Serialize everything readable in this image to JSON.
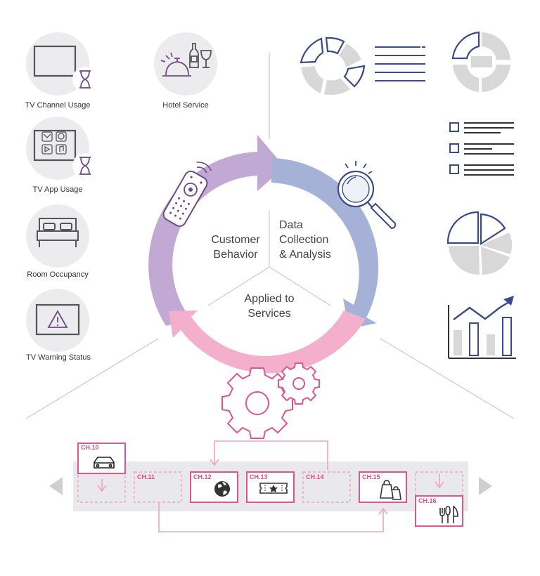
{
  "left_icons": [
    {
      "label": "TV Channel Usage"
    },
    {
      "label": "TV App Usage"
    },
    {
      "label": "Room Occupancy"
    },
    {
      "label": "TV Warning Status"
    }
  ],
  "hotel_service": {
    "label": "Hotel Service"
  },
  "cycle": {
    "customer_behavior": [
      "Customer",
      "Behavior"
    ],
    "data_collection": [
      "Data",
      "Collection",
      "& Analysis"
    ],
    "applied_services": [
      "Applied to",
      "Services"
    ]
  },
  "channels": [
    "CH.10",
    "CH.11",
    "CH.12",
    "CH.13",
    "CH.14",
    "CH.15",
    "CH.16"
  ],
  "colors": {
    "purple_arrow": "#c2a9d3",
    "blue_arrow": "#a6b1d8",
    "pink_arrow": "#f3afcb",
    "pink_line": "#e0548f",
    "navy": "#3a4a86",
    "gray_circle": "#ececee",
    "icon_purple": "#6c4a8c"
  }
}
